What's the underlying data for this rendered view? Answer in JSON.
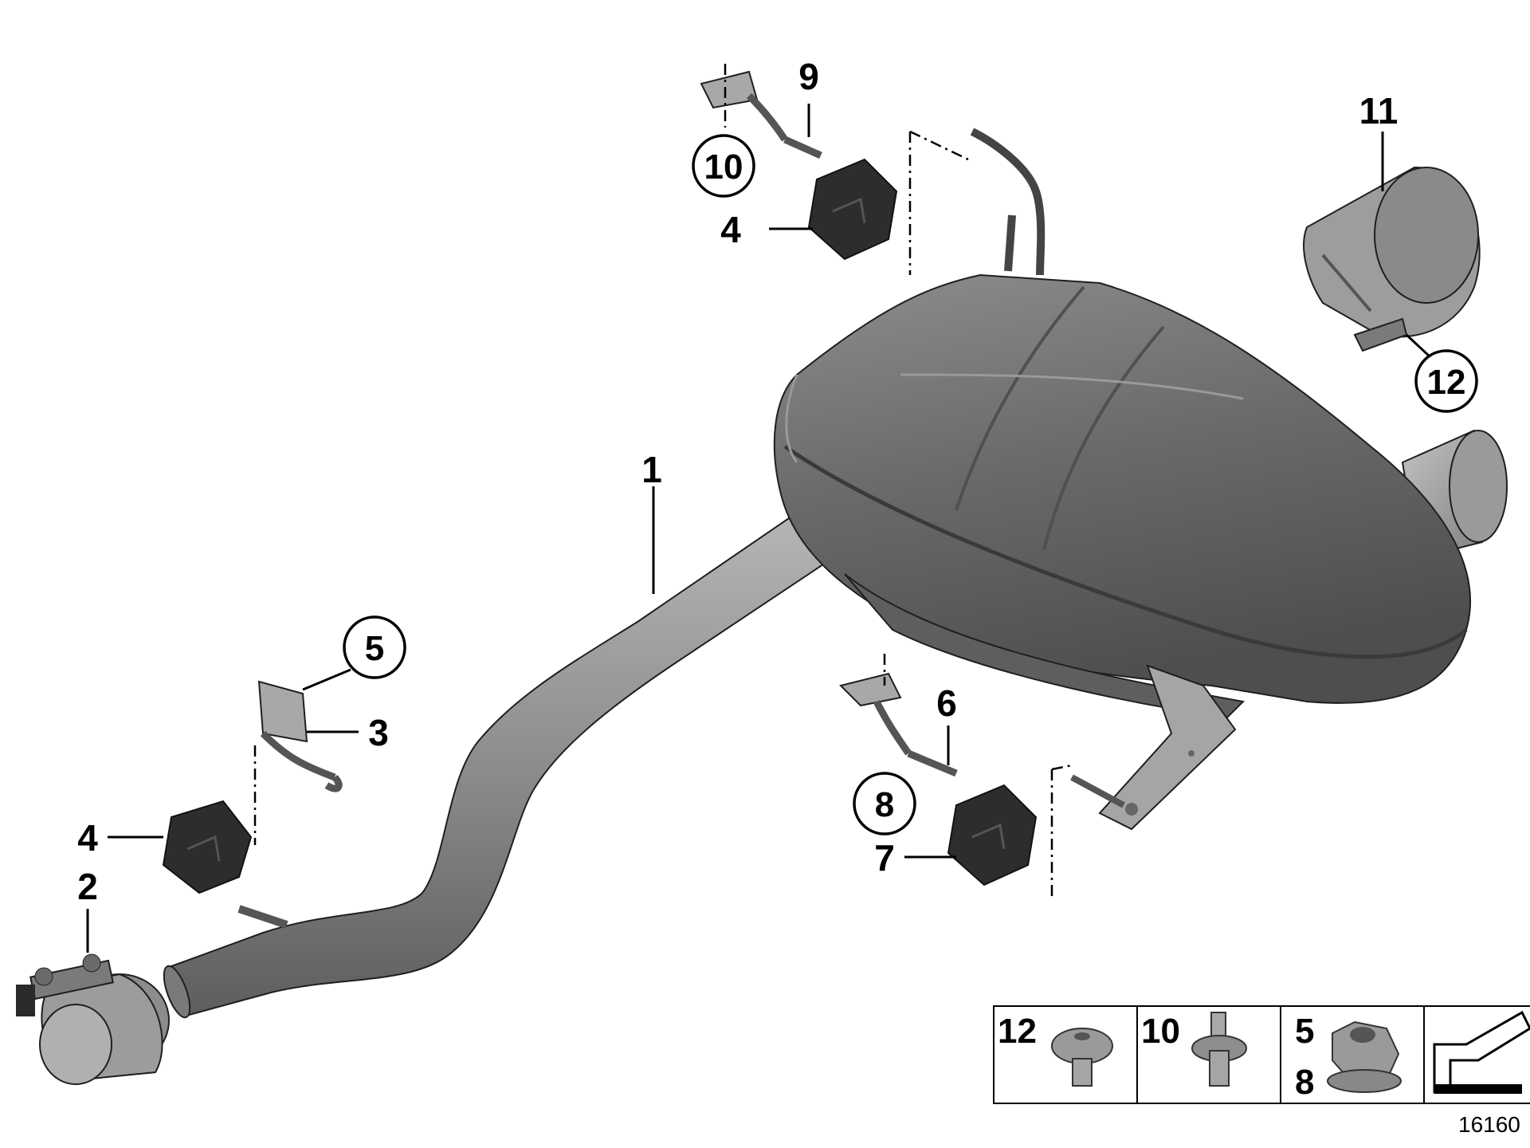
{
  "callouts": {
    "c1": "1",
    "c2": "2",
    "c3": "3",
    "c4a": "4",
    "c4b": "4",
    "c5": "5",
    "c6": "6",
    "c7": "7",
    "c8": "8",
    "c9": "9",
    "c10": "10",
    "c11": "11",
    "c12": "12"
  },
  "legend": {
    "cell1_label": "12",
    "cell2_label": "10",
    "cell3_label_top": "5",
    "cell3_label_bottom": "8"
  },
  "drawing_ref": "16160",
  "colors": {
    "muffler": "#6f6f6f",
    "pipe": "#8a8a8a",
    "rubber": "#2d2d2d",
    "bracket": "#a5a5a5"
  }
}
